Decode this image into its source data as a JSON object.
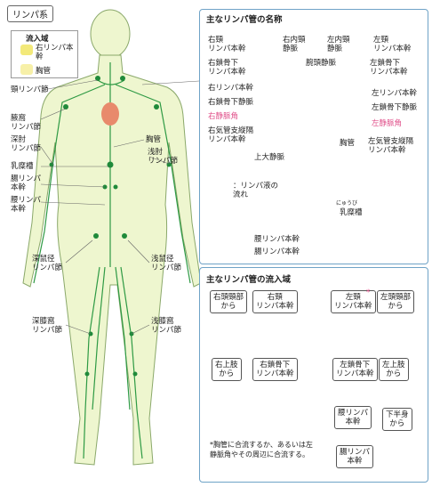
{
  "title": "リンパ系",
  "legend": {
    "title": "流入域",
    "item1": "右リンパ本幹",
    "item2": "胸管",
    "colors": {
      "right_duct": "#f3e97a",
      "thoracic": "#fbf6c9"
    }
  },
  "body_labels": {
    "cervical_nodes": "頸リンパ節",
    "axillary_nodes": "腋窩\nリンパ節",
    "cubital_nodes": "深肘\nリンパ節",
    "cisterna": "乳糜槽",
    "intestinal_trunk": "腸リンパ\n本幹",
    "lumbar_trunk": "腰リンパ\n本幹",
    "thoracic_duct": "胸管",
    "superficial_cubital": "浅肘\nリンパ節",
    "deep_inguinal": "深鼠径\nリンパ節",
    "superficial_inguinal": "浅鼠径\nリンパ節",
    "deep_popliteal": "深膝窩\nリンパ節",
    "superficial_popliteal": "浅膝窩\nリンパ節"
  },
  "panel_top": {
    "title": "主なリンパ管の名称",
    "labels": {
      "right_jugular": "右頸\nリンパ本幹",
      "right_internal_jugular_vein": "右内頸\n静脈",
      "left_internal_jugular_vein": "左内頸\n静脈",
      "left_jugular": "左頸\nリンパ本幹",
      "right_subclavian_trunk": "右鎖骨下\nリンパ本幹",
      "brachiocephalic_vein": "腕頭静脈",
      "left_subclavian_trunk": "左鎖骨下\nリンパ本幹",
      "right_lymph_duct": "右リンパ本幹",
      "left_lymph_duct": "左リンパ本幹",
      "right_subclavian_vein": "右鎖骨下静脈",
      "left_subclavian_vein": "左鎖骨下静脈",
      "right_venous_angle": "右静脈角",
      "left_venous_angle": "左静脈角",
      "right_bronchomediastinal": "右気管支縦隔\nリンパ本幹",
      "left_bronchomediastinal": "左気管支縦隔\nリンパ本幹",
      "thoracic_duct": "胸管",
      "svc": "上大静脈",
      "flow_legend": "：リンパ液の\n流れ",
      "cisterna_ruby": "にゅうび",
      "cisterna": "乳糜槽",
      "lumbar_trunk": "腰リンパ本幹",
      "intestinal_trunk": "腸リンパ本幹"
    }
  },
  "panel_bottom": {
    "title": "主なリンパ管の流入域",
    "labels": {
      "right_head_neck": "右頭頸部\nから",
      "right_jugular": "右頸\nリンパ本幹",
      "left_jugular": "左頸\nリンパ本幹",
      "left_head_neck": "左頭頸部\nから",
      "right_upper_limb": "右上肢\nから",
      "right_subclavian": "右鎖骨下\nリンパ本幹",
      "left_subclavian": "左鎖骨下\nリンパ本幹",
      "left_upper_limb": "左上肢\nから",
      "lumbar_trunk": "腰リンパ\n本幹",
      "lower_body": "下半身\nから",
      "intestinal_trunk": "腸リンパ\n本幹",
      "note": "*胸管に合流するか、あるいは左静脈角やその周辺に合流する。",
      "asterisk": "*"
    }
  },
  "colors": {
    "lymph": "#1f8a3a",
    "vein": "#2a36c8",
    "panel_border": "#6fa3c7",
    "body_fill": "#eef6cf",
    "pink": "#e0508a"
  }
}
